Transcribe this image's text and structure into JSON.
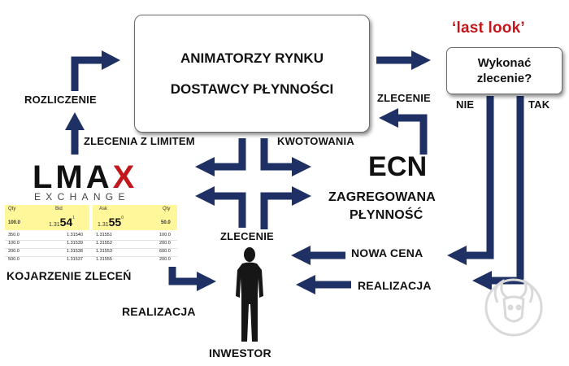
{
  "nodes": {
    "market_makers": {
      "line1": "ANIMATORZY RYNKU",
      "line2": "DOSTAWCY PŁYNNOŚCI"
    },
    "last_look": "‘last look’",
    "decision": {
      "line1": "Wykonać",
      "line2": "zlecenie?"
    },
    "ecn": "ECN",
    "aggregated_liquidity": {
      "line1": "ZAGREGOWANA",
      "line2": "PŁYNNOŚĆ"
    },
    "investor": "INWESTOR"
  },
  "labels": {
    "settlement": "ROZLICZENIE",
    "limit_orders": "ZLECENIA Z LIMITEM",
    "quotes": "KWOTOWANIA",
    "order_right": "ZLECENIE",
    "no": "NIE",
    "yes": "TAK",
    "order_center": "ZLECENIE",
    "new_price": "NOWA CENA",
    "execution_right": "REALIZACJA",
    "order_matching": "KOJARZENIE ZLECEŃ",
    "execution_left": "REALIZACJA"
  },
  "logo": {
    "word_main": "LMA",
    "word_x": "X",
    "sub": "EXCHANGE"
  },
  "order_book": {
    "qty_label": "Qty",
    "bid_label": "Bid",
    "ask_label": "Ask",
    "bid_qty": "100.0",
    "bid_price_prefix": "1.31",
    "bid_price_big": "54",
    "bid_price_sup": "1",
    "ask_price_prefix": "1.31",
    "ask_price_big": "55",
    "ask_price_sup": "0",
    "ask_qty": "50.0",
    "rows": [
      {
        "bid_qty": "350.0",
        "bid": "1.31540",
        "ask": "1.31551",
        "ask_qty": "100.0"
      },
      {
        "bid_qty": "100.0",
        "bid": "1.31539",
        "ask": "1.31552",
        "ask_qty": "200.0"
      },
      {
        "bid_qty": "200.0",
        "bid": "1.31538",
        "ask": "1.31553",
        "ask_qty": "600.0"
      },
      {
        "bid_qty": "500.0",
        "bid": "1.31537",
        "ask": "1.31555",
        "ask_qty": "200.0"
      }
    ]
  },
  "colors": {
    "arrow": "#1f3064",
    "accent_red": "#c2171c",
    "book_header": "#fff79a"
  }
}
